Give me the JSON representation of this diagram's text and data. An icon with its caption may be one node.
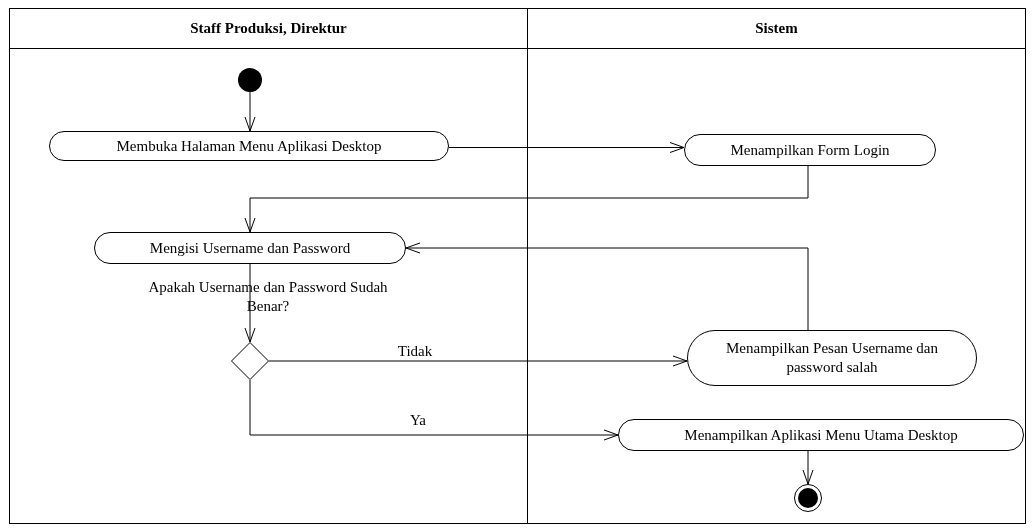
{
  "diagram": {
    "nodes": [
      {
        "text": [
          "Staff Produksi, Direktur"
        ]
      },
      {
        "text": [
          "Sistem"
        ]
      },
      {
        "text": [],
        "shape": "circle",
        "in": 0
      },
      {
        "text": [
          "Membuka Halaman Menu Aplikasi Desktop"
        ],
        "in": 0
      },
      {
        "text": [
          "Menampilkan Form Login"
        ],
        "in": 1
      },
      {
        "text": [
          "Mengisi Username dan Password"
        ],
        "in": 0
      },
      {
        "text": [],
        "shape": "diamond",
        "in": 0
      },
      {
        "text": [
          "Menampilkan Pesan Username dan password salah"
        ],
        "in": 1
      },
      {
        "text": [
          "Menampilkan Aplikasi Menu Utama Desktop"
        ],
        "in": 1
      },
      {
        "text": [],
        "shape": "circle",
        "in": 1
      }
    ],
    "edges": [
      {
        "from": 2,
        "to": 3,
        "arrow": "to"
      },
      {
        "from": 3,
        "to": 4,
        "arrow": "to"
      },
      {
        "from": 4,
        "to": 5,
        "arrow": "to"
      },
      {
        "from": 5,
        "to": 6,
        "arrow": "to"
      },
      {
        "from": 6,
        "to": 7,
        "arrow": "to",
        "label": "Tidak"
      },
      {
        "from": 6,
        "to": 8,
        "arrow": "to",
        "label": "Ya"
      },
      {
        "from": 7,
        "to": 5,
        "arrow": "to"
      },
      {
        "from": 8,
        "to": 9,
        "arrow": "to"
      }
    ],
    "labels": [
      "Apakah Username dan Password Sudah Benar?"
    ]
  }
}
